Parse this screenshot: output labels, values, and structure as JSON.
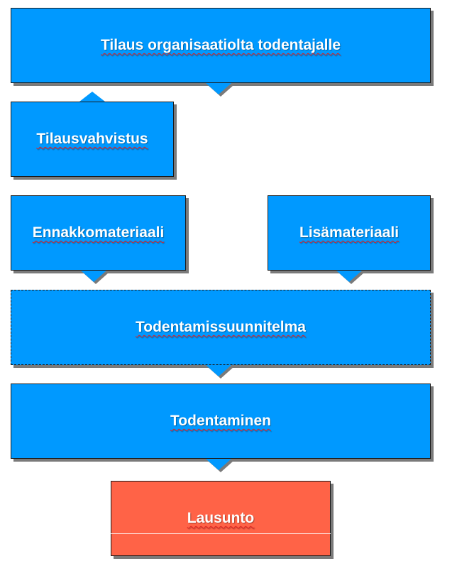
{
  "nodes": {
    "tilaus": "Tilaus organisaatiolta todentajalle",
    "tilausvahvistus": "Tilausvahvistus",
    "ennakkomateriaali": "Ennakkomateriaali",
    "lisamateriaali": "Lisämateriaali",
    "todentamissuunnitelma": "Todentamissuunnitelma",
    "todentaminen": "Todentaminen",
    "lausunto": "Lausunto"
  },
  "colors": {
    "box_blue": "#0099ff",
    "box_red": "#ff6347",
    "text": "#ffffff",
    "shadow": "#7a7a7a"
  }
}
